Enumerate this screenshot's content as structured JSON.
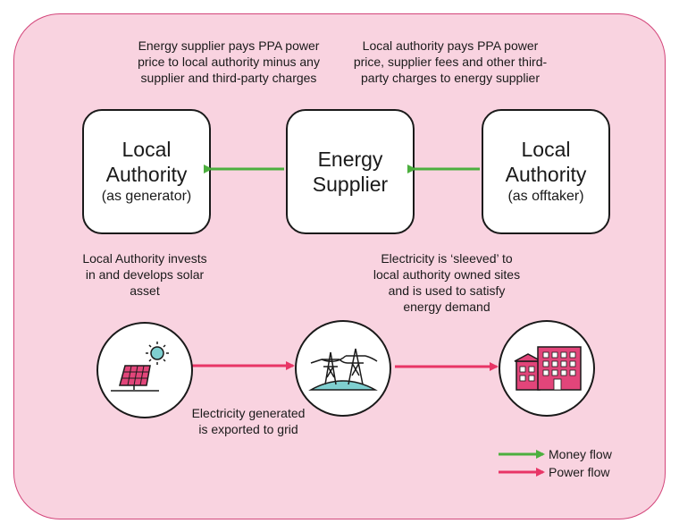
{
  "boxes": {
    "left": {
      "title": "Local Authority",
      "subtitle": "(as generator)"
    },
    "center": {
      "title": "Energy Supplier"
    },
    "right": {
      "title": "Local Authority",
      "subtitle": "(as offtaker)"
    }
  },
  "notes": {
    "supplier_pays": "Energy supplier pays PPA power price to local authority minus any supplier and third-party charges",
    "authority_pays": "Local authority pays PPA power price, supplier fees and other third-party charges to energy supplier",
    "invests": "Local Authority invests in and develops solar asset",
    "sleeved": "Electricity is ‘sleeved’ to local authority owned sites and is used to satisfy energy demand",
    "exported": "Electricity generated is exported to grid"
  },
  "legend": {
    "money": {
      "label": "Money flow",
      "color": "#4caf3e"
    },
    "power": {
      "label": "Power flow",
      "color": "#e83566"
    }
  },
  "icons": [
    "solar-panel-icon",
    "transmission-tower-icon",
    "buildings-icon"
  ],
  "colors": {
    "background": "#f9d3e0",
    "border": "#d3457a",
    "icon_fill": "#e2457a",
    "icon_accent": "#7fcfd0"
  }
}
